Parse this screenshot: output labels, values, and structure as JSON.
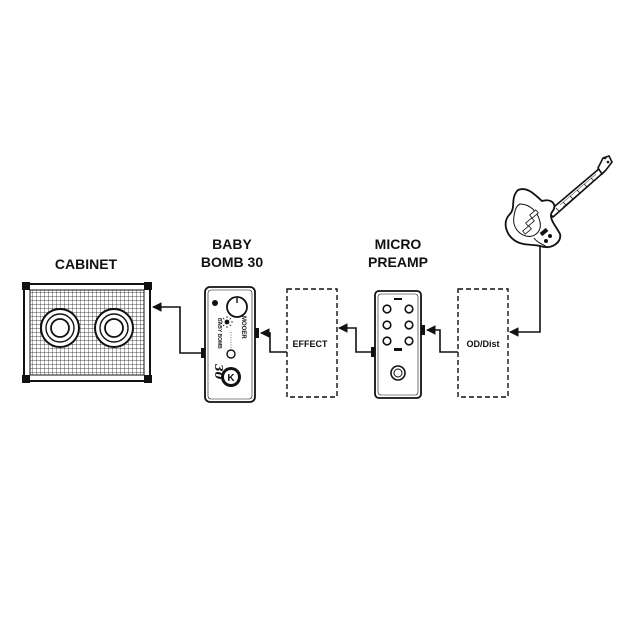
{
  "labels": {
    "cabinet": "CABINET",
    "baby_bomb_line1": "BABY",
    "baby_bomb_line2": "BOMB 30",
    "micro_preamp_line1": "MICRO",
    "micro_preamp_line2": "PREAMP",
    "effect": "EFFECT",
    "od_dist": "OD/Dist"
  },
  "pedal_text": {
    "brand": "MOOER",
    "model": "BABY BOMB",
    "model_number": "30"
  },
  "colors": {
    "ink": "#111111",
    "background": "#ffffff"
  }
}
